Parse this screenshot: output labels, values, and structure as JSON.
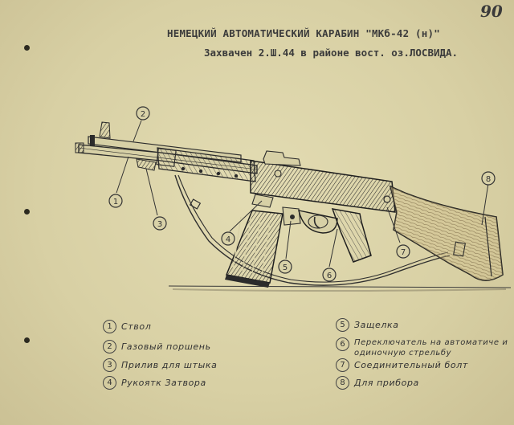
{
  "page_number": "90",
  "header": {
    "title": "НЕМЕЦКИЙ АВТОМАТИЧЕСКИЙ КАРАБИН \"МКб-42 (н)\"",
    "subtitle": "Захвачен 2.Ш.44 в районе вост. оз.ЛОСВИДА."
  },
  "callouts": [
    "1",
    "2",
    "3",
    "4",
    "5",
    "6",
    "7",
    "8"
  ],
  "legend": {
    "left": [
      {
        "num": "1",
        "label": "Ствол"
      },
      {
        "num": "2",
        "label": "Газовый поршень"
      },
      {
        "num": "3",
        "label": "Прилив для штыка"
      },
      {
        "num": "4",
        "label": "Рукоятк Затвора"
      }
    ],
    "right": [
      {
        "num": "5",
        "label": "Защелка"
      },
      {
        "num": "6",
        "label": "Переключатель на автоматиче и одиночную стрельбу"
      },
      {
        "num": "7",
        "label": "Соединительный болт"
      },
      {
        "num": "8",
        "label": "Для прибора"
      }
    ]
  }
}
